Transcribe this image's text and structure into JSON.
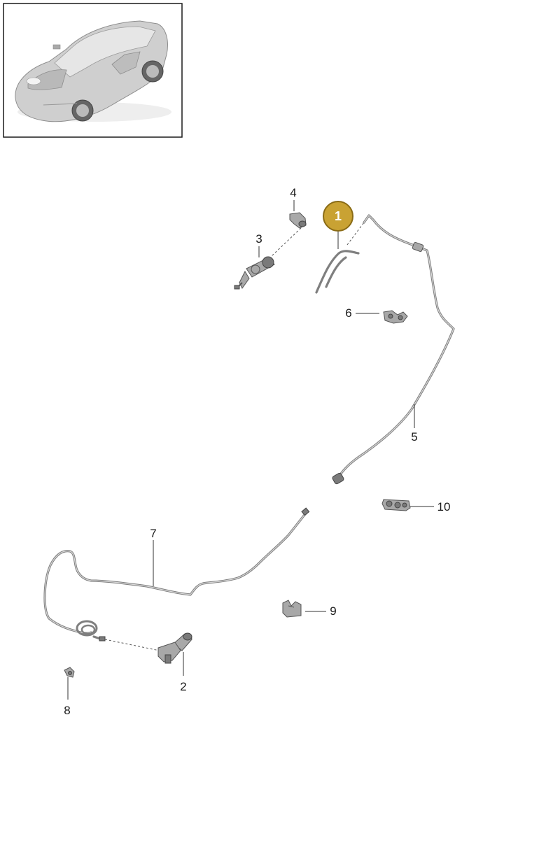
{
  "callouts": {
    "c1": "1",
    "c2": "2",
    "c3": "3",
    "c4": "4",
    "c5": "5",
    "c6": "6",
    "c7": "7",
    "c8": "8",
    "c9": "9",
    "c10": "10"
  },
  "colors": {
    "highlight_fill": "#c9a233",
    "highlight_ring": "#8a6b15",
    "pipe": "#7f7f7f",
    "thumbnail_border": "#1a1a1a"
  },
  "icons": {
    "vehicle_thumbnail": "car-thumbnail-icon"
  }
}
